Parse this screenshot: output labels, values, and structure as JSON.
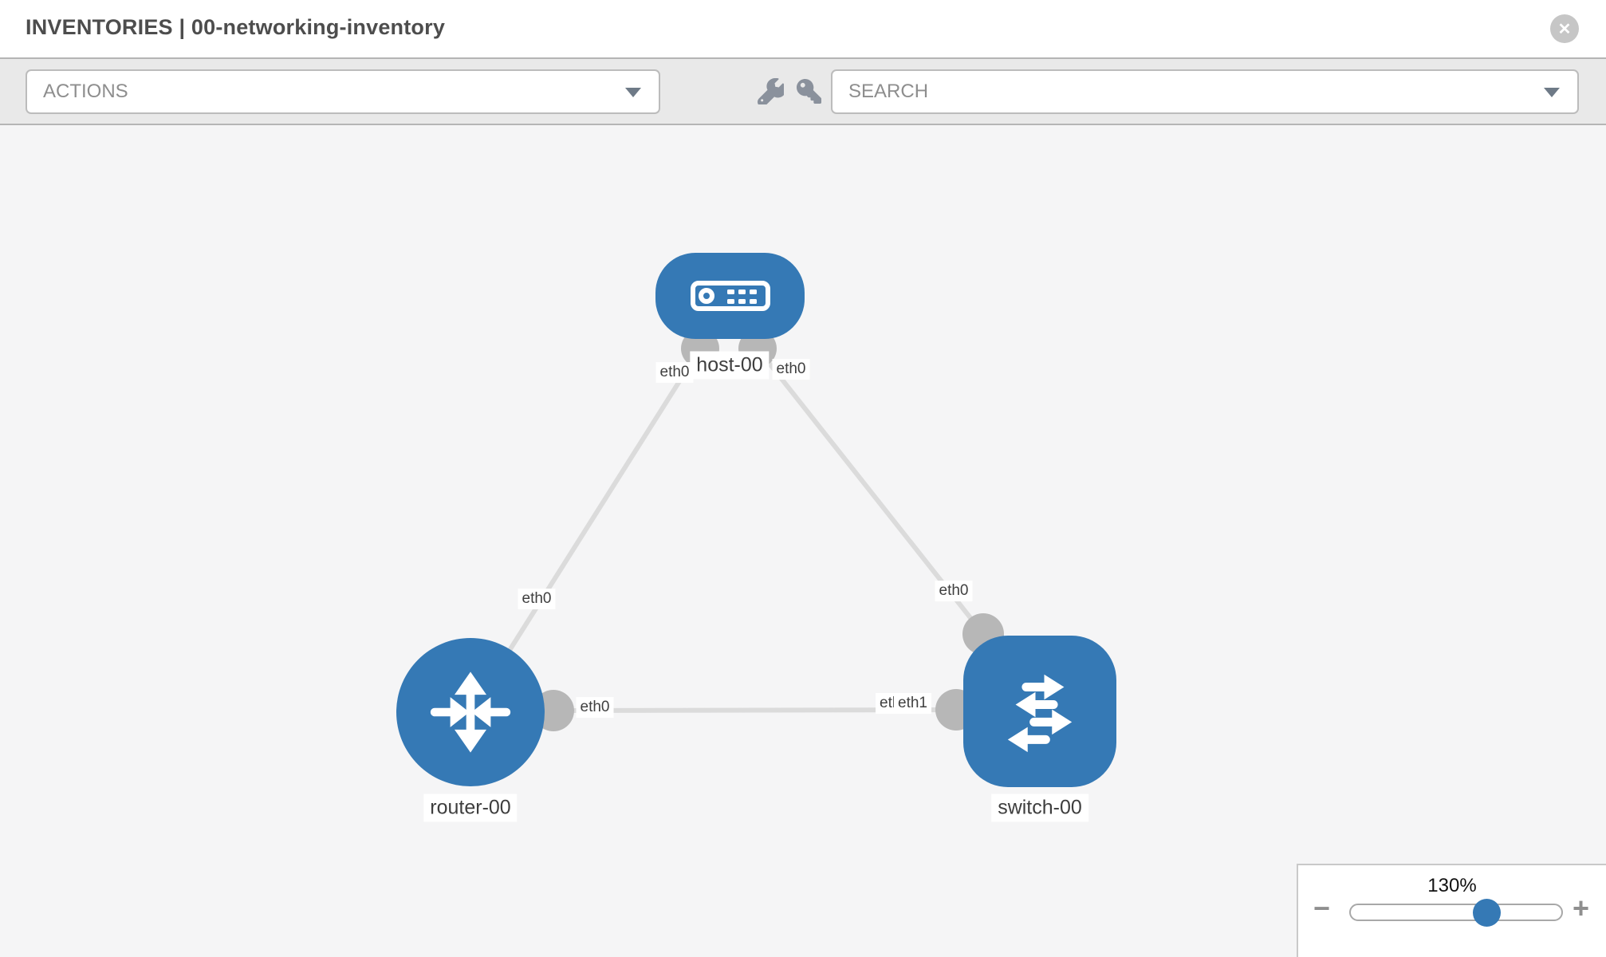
{
  "header": {
    "title": "INVENTORIES | 00-networking-inventory"
  },
  "icons": {
    "close_glyph": "✕"
  },
  "toolbar": {
    "actions_label": "ACTIONS",
    "search_label": "SEARCH"
  },
  "canvas": {
    "nodes": [
      {
        "label": "host-00",
        "type": "host"
      },
      {
        "label": "router-00",
        "type": "router"
      },
      {
        "label": "switch-00",
        "type": "switch"
      }
    ],
    "links": [
      {
        "from": "router-00",
        "to": "host-00",
        "from_if": "eth0",
        "to_if": "eth0"
      },
      {
        "from": "host-00",
        "to": "switch-00",
        "from_if": "eth0",
        "to_if": "eth0"
      },
      {
        "from": "router-00",
        "to": "switch-00",
        "from_if": "eth0",
        "to_if": "eth1",
        "to_if_underlapped": "eth0"
      }
    ]
  },
  "zoom": {
    "level": "130%",
    "minus": "−",
    "plus": "+"
  },
  "colors": {
    "node_blue": "#3579b5",
    "link_gray": "#dbdbdb",
    "connector_gray": "#b7b7b7",
    "toolbar_gray": "#e9e9e9"
  }
}
